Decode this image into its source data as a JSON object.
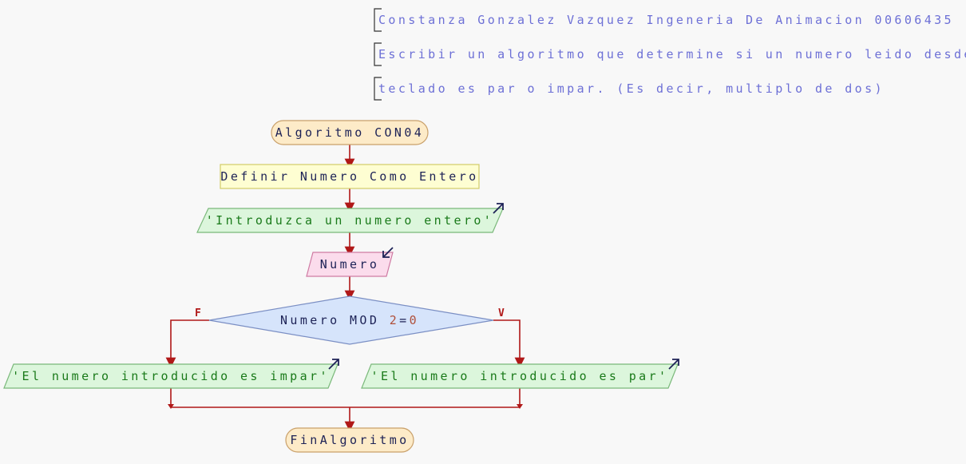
{
  "comments": [
    "Constanza Gonzalez Vazquez Ingeneria De Animacion 00606435",
    "Escribir un algoritmo que determine si un numero leido desde",
    "teclado es par o impar. (Es decir, multiplo de dos)"
  ],
  "flowchart": {
    "start": "Algoritmo CON04",
    "define": "Definir Numero Como Entero",
    "prompt_output": "'Introduzca un numero entero'",
    "read_input": "Numero",
    "condition": {
      "left": "Numero MOD ",
      "operand": "2",
      "op": "=",
      "right": "0"
    },
    "false_label": "F",
    "true_label": "V",
    "false_output": "'El numero introducido es impar'",
    "true_output": "'El numero introducido es par'",
    "end": "FinAlgoritmo"
  },
  "colors": {
    "line": "#b01818",
    "terminal_fill": "#fdebc8",
    "terminal_stroke": "#c9a06a",
    "define_fill": "#fefed2",
    "define_stroke": "#d2cc68",
    "output_fill": "#dcf6dc",
    "output_stroke": "#7ab87a",
    "input_fill": "#fbdcec",
    "input_stroke": "#cf7ba3",
    "decision_fill": "#d6e4fb",
    "decision_stroke": "#7b8fc4",
    "comment_text": "#6d70d6",
    "code_text": "#1d2256"
  }
}
